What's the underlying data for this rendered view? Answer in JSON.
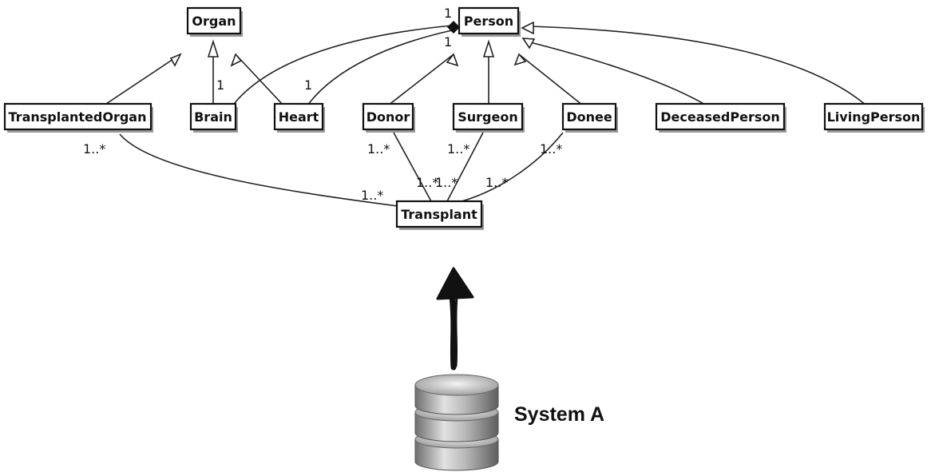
{
  "classes": {
    "organ": "Organ",
    "person": "Person",
    "transplanted_organ": "TransplantedOrgan",
    "brain": "Brain",
    "heart": "Heart",
    "donor": "Donor",
    "surgeon": "Surgeon",
    "donee": "Donee",
    "deceased_person": "DeceasedPerson",
    "living_person": "LivingPerson",
    "transplant": "Transplant"
  },
  "multiplicities": {
    "person_top": "1",
    "person_brain_end": "1",
    "brain_end": "1",
    "heart_end": "1",
    "transplanted_organ_end": "1..*",
    "transplant_organ_end": "1..*",
    "donor_end": "1..*",
    "surgeon_end": "1..*",
    "donee_end": "1..*",
    "transplant_donor_end": "1..*",
    "transplant_surgeon_end": "1..*",
    "transplant_donee_end": "1..*"
  },
  "system": {
    "label": "System A"
  },
  "colors": {
    "line": "#222222",
    "box_border": "#111111",
    "box_fill": "#ffffff",
    "shadow": "#9a9a9a",
    "database": "#9c9c9c"
  }
}
